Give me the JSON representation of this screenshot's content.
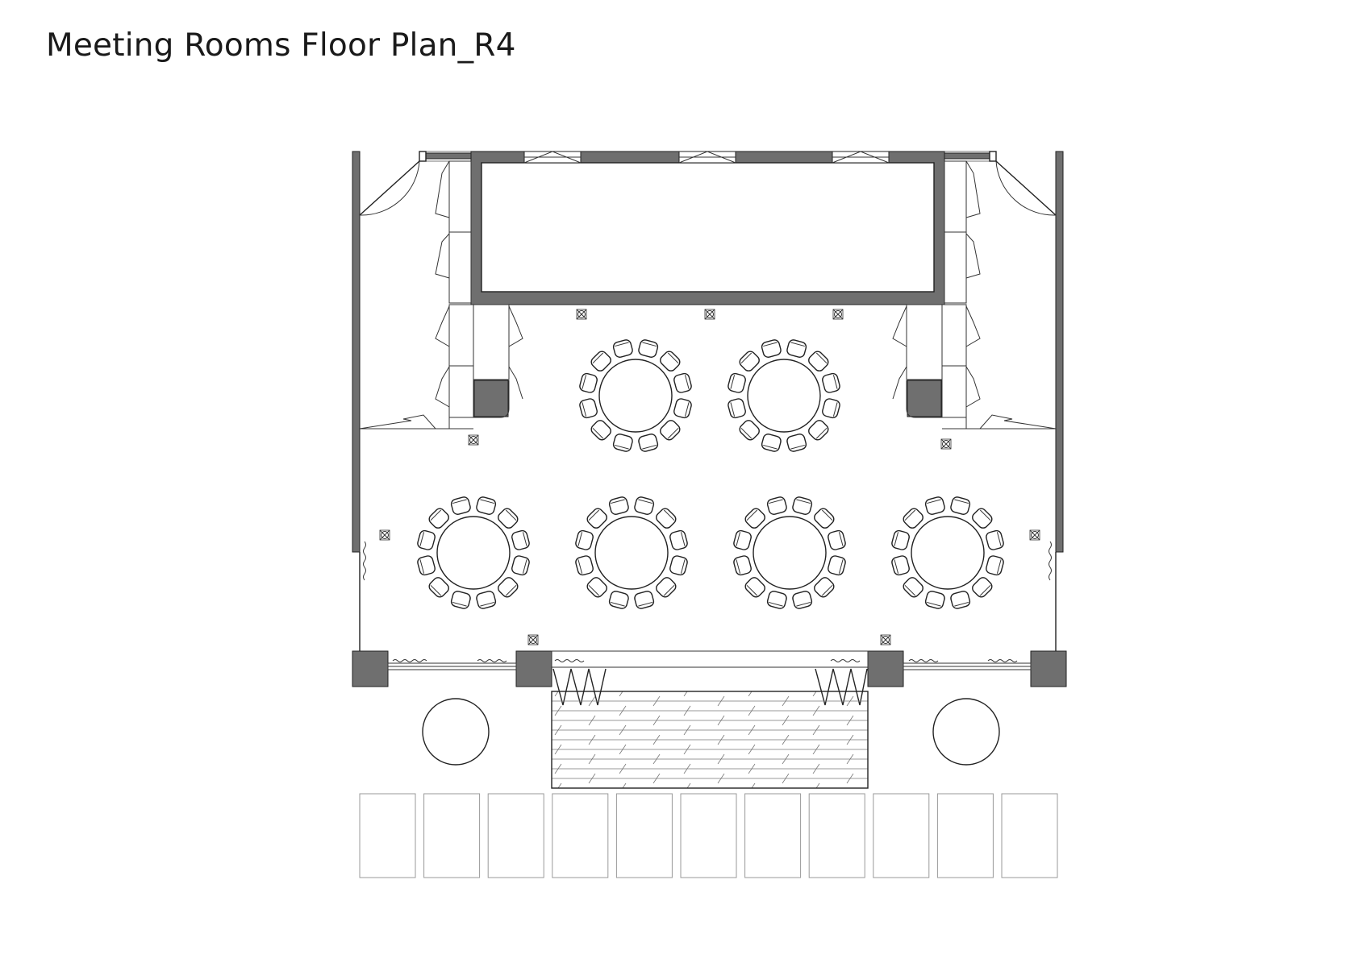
{
  "title": "Meeting Rooms Floor Plan_R4",
  "plan": {
    "round_table_count": 6,
    "chairs_per_table": 12,
    "ceiling_fixture_count": 9,
    "outdoor_round_table_count": 2,
    "loungers_count": 11,
    "colors": {
      "wall": "#6f6f6f",
      "line": "#222222",
      "background": "#ffffff"
    }
  }
}
